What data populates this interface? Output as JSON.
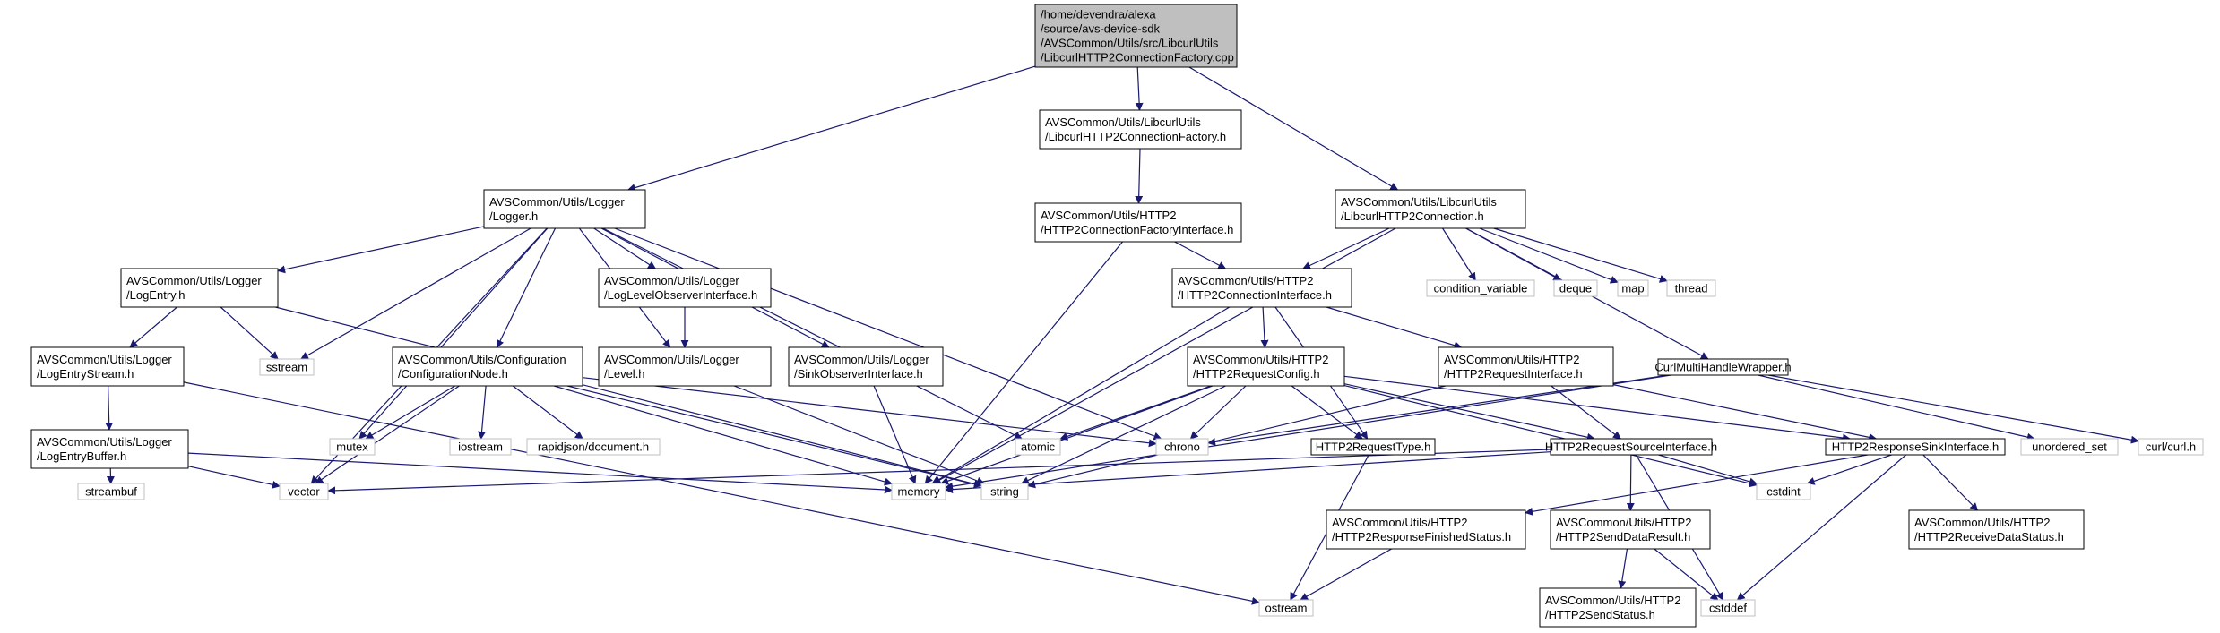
{
  "nodes": [
    {
      "id": "root",
      "style": "root",
      "lines": [
        "/home/devendra/alexa",
        "/source/avs-device-sdk",
        "/AVSCommon/Utils/src/LibcurlUtils",
        "/LibcurlHTTP2ConnectionFactory.cpp"
      ]
    },
    {
      "id": "lhcf_h",
      "style": "normal",
      "lines": [
        "AVSCommon/Utils/LibcurlUtils",
        "/LibcurlHTTP2ConnectionFactory.h"
      ]
    },
    {
      "id": "logger_h",
      "style": "normal",
      "lines": [
        "AVSCommon/Utils/Logger",
        "/Logger.h"
      ]
    },
    {
      "id": "h2cfi_h",
      "style": "normal",
      "lines": [
        "AVSCommon/Utils/HTTP2",
        "/HTTP2ConnectionFactoryInterface.h"
      ]
    },
    {
      "id": "lhc_h",
      "style": "normal",
      "lines": [
        "AVSCommon/Utils/LibcurlUtils",
        "/LibcurlHTTP2Connection.h"
      ]
    },
    {
      "id": "logentry_h",
      "style": "normal",
      "lines": [
        "AVSCommon/Utils/Logger",
        "/LogEntry.h"
      ]
    },
    {
      "id": "llobs_h",
      "style": "normal",
      "lines": [
        "AVSCommon/Utils/Logger",
        "/LogLevelObserverInterface.h"
      ]
    },
    {
      "id": "h2ci_h",
      "style": "normal",
      "lines": [
        "AVSCommon/Utils/HTTP2",
        "/HTTP2ConnectionInterface.h"
      ]
    },
    {
      "id": "condvar",
      "style": "gray",
      "lines": [
        "condition_variable"
      ]
    },
    {
      "id": "deque",
      "style": "gray",
      "lines": [
        "deque"
      ]
    },
    {
      "id": "map",
      "style": "gray",
      "lines": [
        "map"
      ]
    },
    {
      "id": "thread",
      "style": "gray",
      "lines": [
        "thread"
      ]
    },
    {
      "id": "lestream_h",
      "style": "normal",
      "lines": [
        "AVSCommon/Utils/Logger",
        "/LogEntryStream.h"
      ]
    },
    {
      "id": "sstream",
      "style": "gray",
      "lines": [
        "sstream"
      ]
    },
    {
      "id": "confnode_h",
      "style": "normal",
      "lines": [
        "AVSCommon/Utils/Configuration",
        "/ConfigurationNode.h"
      ]
    },
    {
      "id": "level_h",
      "style": "normal",
      "lines": [
        "AVSCommon/Utils/Logger",
        "/Level.h"
      ]
    },
    {
      "id": "sinkobs_h",
      "style": "normal",
      "lines": [
        "AVSCommon/Utils/Logger",
        "/SinkObserverInterface.h"
      ]
    },
    {
      "id": "h2rc_h",
      "style": "normal",
      "lines": [
        "AVSCommon/Utils/HTTP2",
        "/HTTP2RequestConfig.h"
      ]
    },
    {
      "id": "h2ri_h",
      "style": "normal",
      "lines": [
        "AVSCommon/Utils/HTTP2",
        "/HTTP2RequestInterface.h"
      ]
    },
    {
      "id": "cmhw_h",
      "style": "normal",
      "lines": [
        "CurlMultiHandleWrapper.h"
      ]
    },
    {
      "id": "lebuf_h",
      "style": "normal",
      "lines": [
        "AVSCommon/Utils/Logger",
        "/LogEntryBuffer.h"
      ]
    },
    {
      "id": "mutex",
      "style": "gray",
      "lines": [
        "mutex"
      ]
    },
    {
      "id": "iostream",
      "style": "gray",
      "lines": [
        "iostream"
      ]
    },
    {
      "id": "rapidjson",
      "style": "gray",
      "lines": [
        "rapidjson/document.h"
      ]
    },
    {
      "id": "atomic",
      "style": "gray",
      "lines": [
        "atomic"
      ]
    },
    {
      "id": "chrono",
      "style": "gray",
      "lines": [
        "chrono"
      ]
    },
    {
      "id": "h2rtype_h",
      "style": "normal",
      "lines": [
        "HTTP2RequestType.h"
      ]
    },
    {
      "id": "h2rsrc_h",
      "style": "normal",
      "lines": [
        "HTTP2RequestSourceInterface.h"
      ]
    },
    {
      "id": "h2rsink_h",
      "style": "normal",
      "lines": [
        "HTTP2ResponseSinkInterface.h"
      ]
    },
    {
      "id": "unordered_set",
      "style": "gray",
      "lines": [
        "unordered_set"
      ]
    },
    {
      "id": "curl_h",
      "style": "gray",
      "lines": [
        "curl/curl.h"
      ]
    },
    {
      "id": "streambuf",
      "style": "gray",
      "lines": [
        "streambuf"
      ]
    },
    {
      "id": "vector",
      "style": "gray",
      "lines": [
        "vector"
      ]
    },
    {
      "id": "memory",
      "style": "gray",
      "lines": [
        "memory"
      ]
    },
    {
      "id": "string",
      "style": "gray",
      "lines": [
        "string"
      ]
    },
    {
      "id": "h2rfs_h",
      "style": "normal",
      "lines": [
        "AVSCommon/Utils/HTTP2",
        "/HTTP2ResponseFinishedStatus.h"
      ]
    },
    {
      "id": "h2sdr_h",
      "style": "normal",
      "lines": [
        "AVSCommon/Utils/HTTP2",
        "/HTTP2SendDataResult.h"
      ]
    },
    {
      "id": "cstdint",
      "style": "gray",
      "lines": [
        "cstdint"
      ]
    },
    {
      "id": "h2rds_h",
      "style": "normal",
      "lines": [
        "AVSCommon/Utils/HTTP2",
        "/HTTP2ReceiveDataStatus.h"
      ]
    },
    {
      "id": "ostream",
      "style": "gray",
      "lines": [
        "ostream"
      ]
    },
    {
      "id": "cstddef",
      "style": "gray",
      "lines": [
        "cstddef"
      ]
    },
    {
      "id": "h2ss_h",
      "style": "normal",
      "lines": [
        "AVSCommon/Utils/HTTP2",
        "/HTTP2SendStatus.h"
      ]
    }
  ],
  "edges": [
    [
      "root",
      "logger_h"
    ],
    [
      "root",
      "lhcf_h"
    ],
    [
      "root",
      "lhc_h"
    ],
    [
      "lhcf_h",
      "h2cfi_h"
    ],
    [
      "h2cfi_h",
      "memory"
    ],
    [
      "h2cfi_h",
      "h2ci_h"
    ],
    [
      "logger_h",
      "logentry_h"
    ],
    [
      "logger_h",
      "sstream"
    ],
    [
      "logger_h",
      "mutex"
    ],
    [
      "logger_h",
      "confnode_h"
    ],
    [
      "logger_h",
      "level_h"
    ],
    [
      "logger_h",
      "llobs_h"
    ],
    [
      "logger_h",
      "sinkobs_h"
    ],
    [
      "logger_h",
      "atomic"
    ],
    [
      "logger_h",
      "chrono"
    ],
    [
      "logger_h",
      "vector"
    ],
    [
      "logentry_h",
      "lestream_h"
    ],
    [
      "logentry_h",
      "sstream"
    ],
    [
      "logentry_h",
      "string"
    ],
    [
      "lestream_h",
      "lebuf_h"
    ],
    [
      "lestream_h",
      "ostream"
    ],
    [
      "lebuf_h",
      "streambuf"
    ],
    [
      "lebuf_h",
      "vector"
    ],
    [
      "lebuf_h",
      "memory"
    ],
    [
      "llobs_h",
      "level_h"
    ],
    [
      "level_h",
      "string"
    ],
    [
      "confnode_h",
      "mutex"
    ],
    [
      "confnode_h",
      "iostream"
    ],
    [
      "confnode_h",
      "rapidjson"
    ],
    [
      "confnode_h",
      "vector"
    ],
    [
      "confnode_h",
      "memory"
    ],
    [
      "confnode_h",
      "string"
    ],
    [
      "confnode_h",
      "chrono"
    ],
    [
      "sinkobs_h",
      "memory"
    ],
    [
      "lhc_h",
      "h2ci_h"
    ],
    [
      "lhc_h",
      "condvar"
    ],
    [
      "lhc_h",
      "deque"
    ],
    [
      "lhc_h",
      "map"
    ],
    [
      "lhc_h",
      "thread"
    ],
    [
      "lhc_h",
      "cmhw_h"
    ],
    [
      "lhc_h",
      "memory"
    ],
    [
      "h2ci_h",
      "h2rc_h"
    ],
    [
      "h2ci_h",
      "h2ri_h"
    ],
    [
      "h2ci_h",
      "h2rtype_h"
    ],
    [
      "h2ci_h",
      "memory"
    ],
    [
      "h2rc_h",
      "atomic"
    ],
    [
      "h2rc_h",
      "chrono"
    ],
    [
      "h2rc_h",
      "h2rtype_h"
    ],
    [
      "h2rc_h",
      "h2rsrc_h"
    ],
    [
      "h2rc_h",
      "h2rsink_h"
    ],
    [
      "h2rc_h",
      "cstdint"
    ],
    [
      "h2rc_h",
      "memory"
    ],
    [
      "h2rc_h",
      "string"
    ],
    [
      "h2ri_h",
      "h2rsrc_h"
    ],
    [
      "h2ri_h",
      "h2rsink_h"
    ],
    [
      "h2ri_h",
      "string"
    ],
    [
      "cmhw_h",
      "chrono"
    ],
    [
      "cmhw_h",
      "memory"
    ],
    [
      "cmhw_h",
      "unordered_set"
    ],
    [
      "cmhw_h",
      "curl_h"
    ],
    [
      "h2rtype_h",
      "ostream"
    ],
    [
      "h2rsrc_h",
      "memory"
    ],
    [
      "h2rsrc_h",
      "vector"
    ],
    [
      "h2rsrc_h",
      "h2sdr_h"
    ],
    [
      "h2rsrc_h",
      "cstdint"
    ],
    [
      "h2rsrc_h",
      "cstddef"
    ],
    [
      "h2rsink_h",
      "h2rfs_h"
    ],
    [
      "h2rsink_h",
      "h2rds_h"
    ],
    [
      "h2rsink_h",
      "cstdint"
    ],
    [
      "h2rsink_h",
      "cstddef"
    ],
    [
      "h2rfs_h",
      "ostream"
    ],
    [
      "h2sdr_h",
      "h2ss_h"
    ],
    [
      "h2sdr_h",
      "cstddef"
    ]
  ]
}
